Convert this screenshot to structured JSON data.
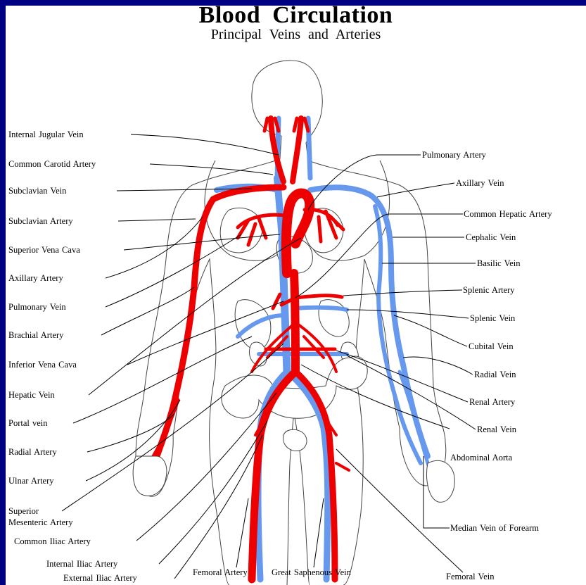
{
  "diagram": {
    "title": "Blood Circulation",
    "subtitle": "Principal Veins and Arteries",
    "colors": {
      "artery": "#ee0000",
      "vein": "#6699ee",
      "outline": "#444444",
      "frame": "#000080"
    },
    "left_labels": {
      "internal_jugular_vein": "Internal Jugular Vein",
      "common_carotid_artery": "Common Carotid Artery",
      "subclavian_vein": "Subclavian Vein",
      "subclavian_artery": "Subclavian Artery",
      "superior_vena_cava": "Superior Vena Cava",
      "axillary_artery": "Axillary Artery",
      "pulmonary_vein": "Pulmonary Vein",
      "brachial_artery": "Brachial Artery",
      "inferior_vena_cava": "Inferior Vena Cava",
      "hepatic_vein": "Hepatic Vein",
      "portal_vein": "Portal vein",
      "radial_artery": "Radial Artery",
      "ulnar_artery": "Ulnar Artery",
      "superior_mesenteric_artery_1": "Superior",
      "superior_mesenteric_artery_2": "Mesenteric Artery",
      "common_iliac_artery": "Common Iliac Artery",
      "internal_iliac_artery": "Internal Iliac Artery",
      "external_iliac_artery": "External Iliac Artery"
    },
    "bottom_labels": {
      "femoral_artery": "Femoral Artery",
      "great_saphenous_vein": "Great Saphenous Vein",
      "femoral_vein": "Femoral Vein"
    },
    "right_labels": {
      "pulmonary_artery": "Pulmonary Artery",
      "axillary_vein": "Axillary Vein",
      "common_hepatic_artery": "Common Hepatic Artery",
      "cephalic_vein": "Cephalic Vein",
      "basilic_vein": "Basilic Vein",
      "splenic_artery": "Splenic Artery",
      "splenic_vein": "Splenic Vein",
      "cubital_vein": "Cubital Vein",
      "radial_vein": "Radial Vein",
      "renal_artery": "Renal Artery",
      "renal_vein": "Renal Vein",
      "abdominal_aorta": "Abdominal Aorta",
      "median_vein_of_forearm": "Median Vein of Forearm"
    }
  }
}
